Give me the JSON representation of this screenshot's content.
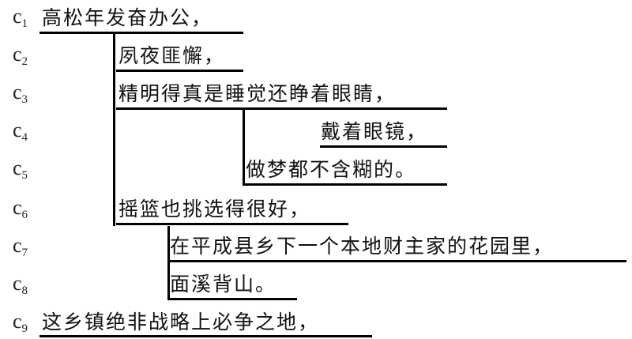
{
  "clauses": [
    {
      "label": "c",
      "sub": "1",
      "text": "高松年发奋办公，"
    },
    {
      "label": "c",
      "sub": "2",
      "text": "夙夜匪懈，"
    },
    {
      "label": "c",
      "sub": "3",
      "text": "精明得真是睡觉还睁着眼睛，"
    },
    {
      "label": "c",
      "sub": "4",
      "text": "戴着眼镜，"
    },
    {
      "label": "c",
      "sub": "5",
      "text": "做梦都不含糊的。"
    },
    {
      "label": "c",
      "sub": "6",
      "text": "摇篮也挑选得很好，"
    },
    {
      "label": "c",
      "sub": "7",
      "text": "在平成县乡下一个本地财主家的花园里，"
    },
    {
      "label": "c",
      "sub": "8",
      "text": "面溪背山。"
    },
    {
      "label": "c",
      "sub": "9",
      "text": "这乡镇绝非战略上必争之地，"
    }
  ]
}
